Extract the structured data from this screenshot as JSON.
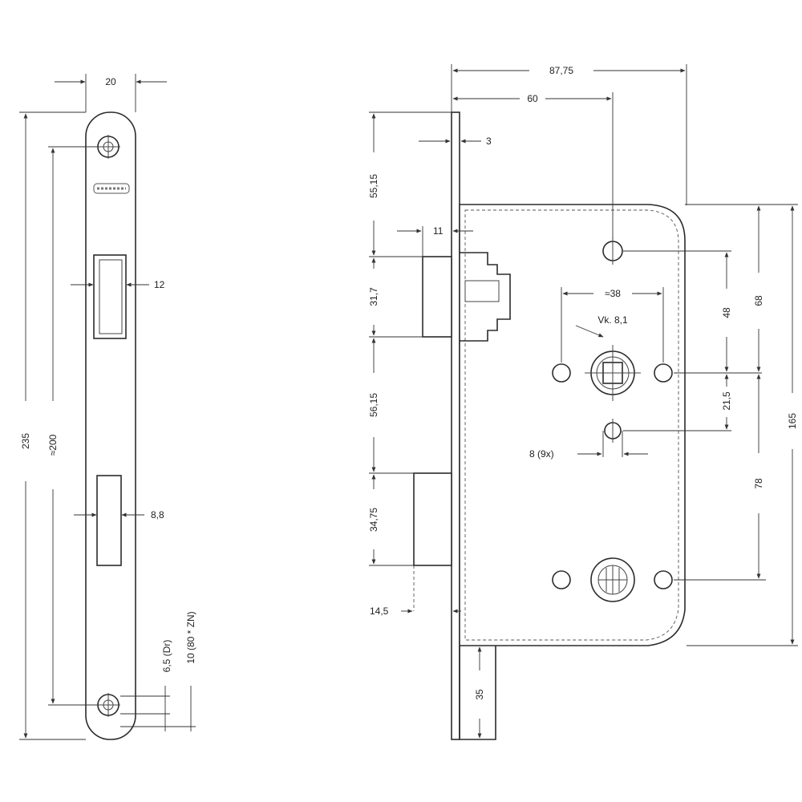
{
  "faceplate": {
    "width": "20",
    "overall_height": "235",
    "fixing_distance": "≈200",
    "upper_slot": "12",
    "lower_slot": "8,8",
    "screw_dim_a": "6,5 (Dr)",
    "screw_dim_b": "10 (80 * ZN)"
  },
  "lock_body": {
    "overall_depth": "87,75",
    "backset": "60",
    "plate_thickness": "3",
    "latch_projection": "11",
    "dim_top": "55,15",
    "latch_height": "31,7",
    "dim_middle": "56,15",
    "bolt_height": "34,75",
    "bolt_projection": "14,5",
    "hole_spacing": "≈38",
    "key_label": "Vk. 8,1",
    "dim_48": "48",
    "dim_68": "68",
    "dim_21_5": "21,5",
    "spindle": "8 (9x)",
    "dim_78": "78",
    "case_height": "165",
    "dim_35": "35"
  }
}
